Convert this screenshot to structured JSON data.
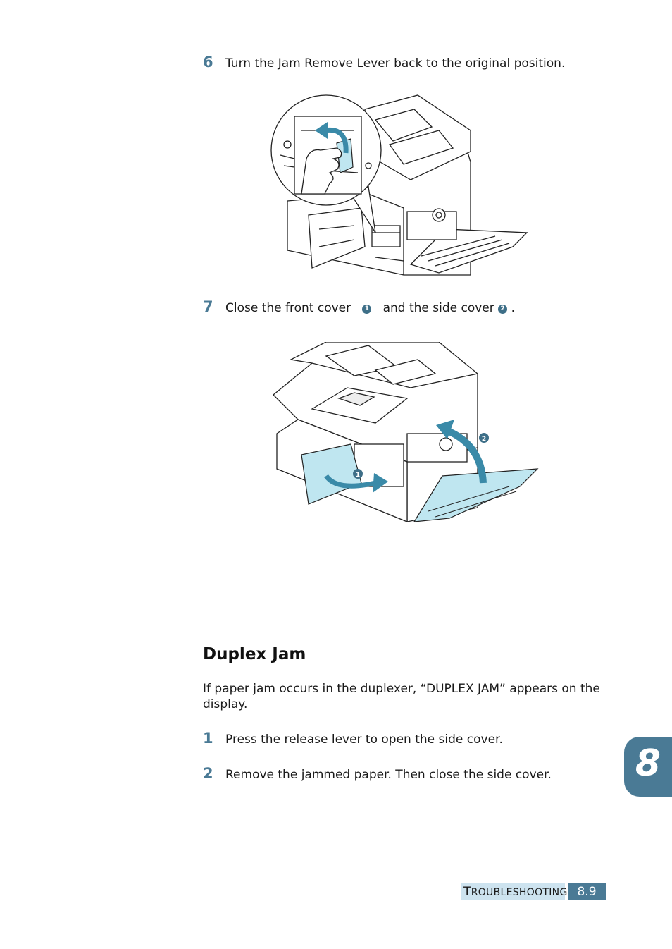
{
  "steps_top": [
    {
      "number": "6",
      "text": "Turn the Jam Remove Lever back to the original position."
    },
    {
      "number": "7",
      "text_a": "Close the front cover",
      "marker_1": "1",
      "text_b": "and the side cover",
      "marker_2": "2",
      "text_c": "."
    }
  ],
  "figure2_markers": {
    "front_cover": "1",
    "side_cover": "2"
  },
  "section": {
    "heading": "Duplex Jam",
    "intro": "If paper jam occurs in the duplexer, “DUPLEX JAM” appears on the display.",
    "steps": [
      {
        "number": "1",
        "text": "Press the release lever to open the side cover."
      },
      {
        "number": "2",
        "text": "Remove the jammed paper. Then close the side cover."
      }
    ]
  },
  "chapter_tab": "8",
  "footer": {
    "section_first": "T",
    "section_rest": "ROUBLESHOOTING",
    "page": "8.9"
  },
  "colors": {
    "accent": "#4a7a95",
    "footer_band": "#cde3ef",
    "highlight": "#bfe6f0",
    "arrow": "#3a8aa8"
  }
}
